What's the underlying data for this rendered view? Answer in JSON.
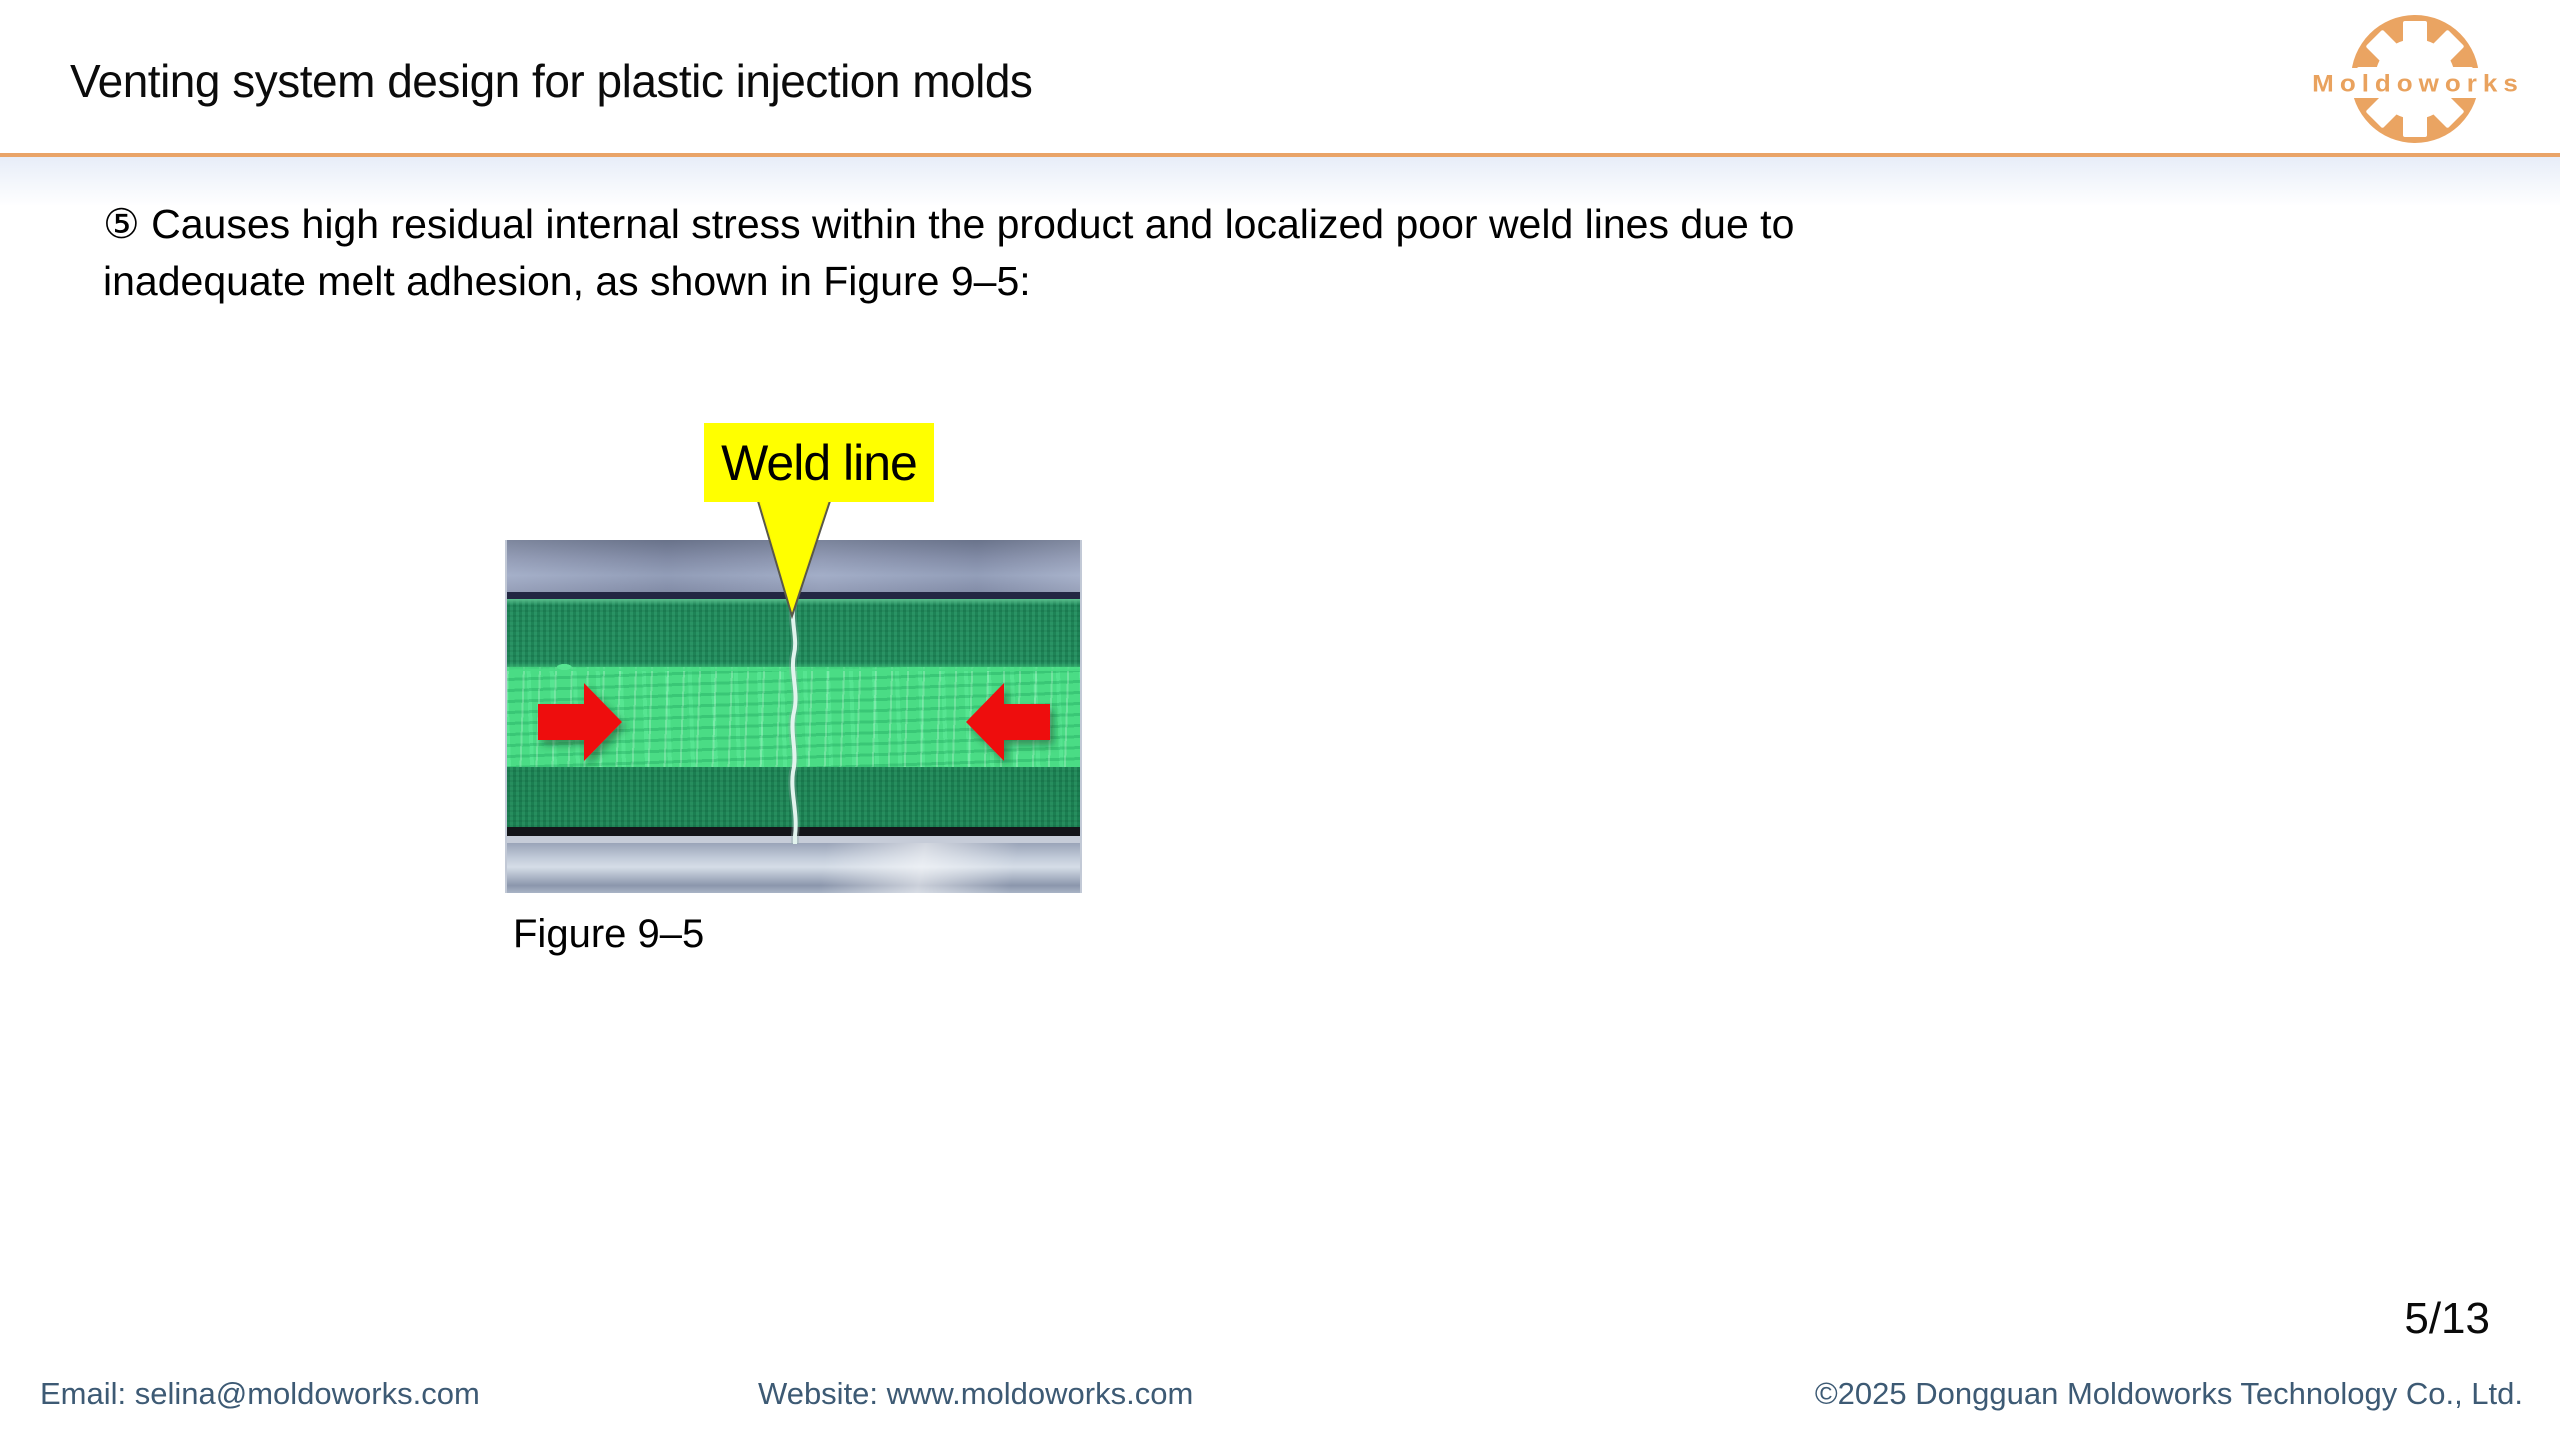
{
  "header": {
    "title": "Venting system design for plastic injection molds",
    "rule_color": "#E9A468",
    "logo": {
      "brand": "Moldoworks",
      "color": "#E9A25E"
    }
  },
  "body": {
    "paragraph_line1": "⑤ Causes high residual internal stress within the product and localized poor weld lines due to",
    "paragraph_line2": "inadequate melt adhesion, as shown in Figure 9–5:"
  },
  "figure": {
    "callout_label": "Weld line",
    "callout_bg": "#FFFF00",
    "caption": "Figure 9–5",
    "colors": {
      "mold_wall": "#8C97B3",
      "frozen_layer": "#21905F",
      "melt_flow": "#4ADC85",
      "arrow_red": "#EE1010",
      "weld_line_mark": "#E2F4EE"
    }
  },
  "footer": {
    "page_number": "5/13",
    "email": "Email: selina@moldoworks.com",
    "website": "Website: www.moldoworks.com",
    "copyright": "©2025 Dongguan Moldoworks Technology Co., Ltd.",
    "text_color": "#3D5A74"
  }
}
